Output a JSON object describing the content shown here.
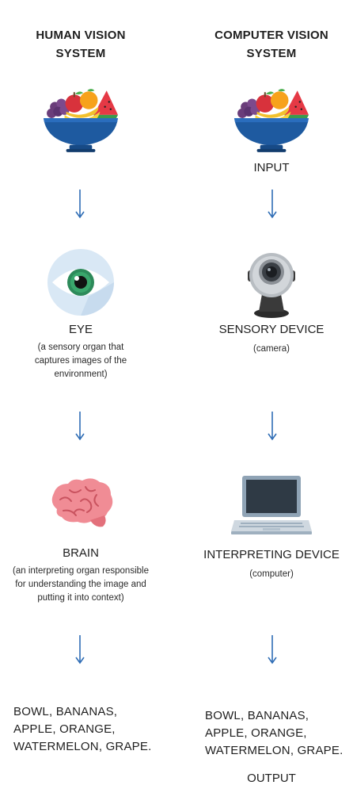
{
  "human": {
    "title_line1": "HUMAN VISION",
    "title_line2": "SYSTEM",
    "eye_label": "EYE",
    "eye_desc_line1": "(a sensory organ that",
    "eye_desc_line2": "captures images of the",
    "eye_desc_line3": "environment)",
    "brain_label": "BRAIN",
    "brain_desc_line1": "(an interpreting organ responsible",
    "brain_desc_line2": "for understanding the image and",
    "brain_desc_line3": "putting it into context)",
    "result_line1": "BOWL, BANANAS,",
    "result_line2": "APPLE, ORANGE,",
    "result_line3": "WATERMELON, GRAPE."
  },
  "computer": {
    "title_line1": "COMPUTER VISION",
    "title_line2": "SYSTEM",
    "input_label": "INPUT",
    "camera_label": "SENSORY DEVICE",
    "camera_desc": "(camera)",
    "computer_label": "INTERPRETING DEVICE",
    "computer_desc": "(computer)",
    "result_line1": "BOWL, BANANAS,",
    "result_line2": "APPLE, ORANGE,",
    "result_line3": "WATERMELON, GRAPE.",
    "output_label": "OUTPUT"
  },
  "icons": {
    "fruit_bowl": "fruit-bowl-icon",
    "eye": "eye-icon",
    "camera": "webcam-icon",
    "brain": "brain-icon",
    "laptop": "laptop-icon",
    "arrow": "arrow-down-icon"
  },
  "colors": {
    "arrow": "#2f6db5",
    "bowl": "#1e5aa0",
    "eye_iris": "#2d8a5a",
    "brain": "#f08c95",
    "text": "#1f1f1f"
  }
}
